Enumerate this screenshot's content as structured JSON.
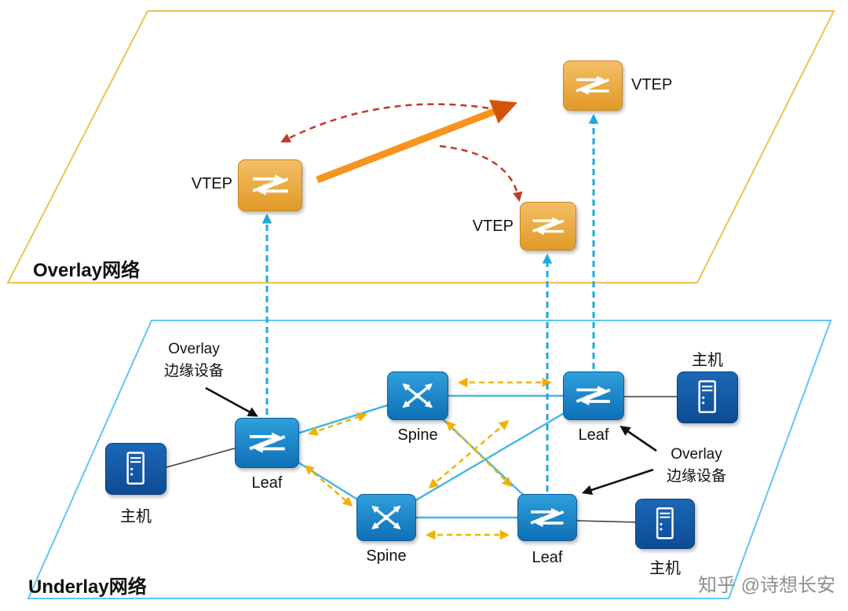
{
  "overlay": {
    "title": "Overlay网络",
    "vteps": [
      {
        "id": "vtep-left",
        "label": "VTEP"
      },
      {
        "id": "vtep-top-right",
        "label": "VTEP"
      },
      {
        "id": "vtep-middle",
        "label": "VTEP"
      }
    ]
  },
  "underlay": {
    "title": "Underlay网络",
    "nodes": [
      {
        "id": "leaf-left",
        "label": "Leaf",
        "type": "leaf-switch"
      },
      {
        "id": "spine-top",
        "label": "Spine",
        "type": "spine-switch"
      },
      {
        "id": "leaf-right",
        "label": "Leaf",
        "type": "leaf-switch"
      },
      {
        "id": "spine-bottom",
        "label": "Spine",
        "type": "spine-switch"
      },
      {
        "id": "leaf-bottom",
        "label": "Leaf",
        "type": "leaf-switch"
      }
    ],
    "hosts": [
      {
        "id": "host-left",
        "label": "主机"
      },
      {
        "id": "host-top-right",
        "label": "主机"
      },
      {
        "id": "host-bottom-right",
        "label": "主机"
      }
    ],
    "edge_notes": [
      {
        "line1": "Overlay",
        "line2": "边缘设备"
      },
      {
        "line1": "Overlay",
        "line2": "边缘设备"
      }
    ]
  },
  "watermark": "知乎 @诗想长安",
  "icons": {
    "vtep": "switch-arrows-icon",
    "leaf": "switch-arrows-icon",
    "spine": "router-hub-icon",
    "host": "server-tower-icon"
  },
  "colors": {
    "overlay_plane_border": "#ECC24F",
    "underlay_plane_border": "#5FC6F2",
    "vtep_fill": "#E8A93C",
    "switch_fill": "#1577C2",
    "host_fill": "#124F9B",
    "underlay_link_blue": "#41B6E8",
    "vxlan_tunnel_orange": "#F7941D",
    "tunnel_path_red": "#C0392B",
    "ecmp_arrow_yellow": "#F2B200",
    "mapping_arrow_cyan": "#1FA8E0"
  }
}
